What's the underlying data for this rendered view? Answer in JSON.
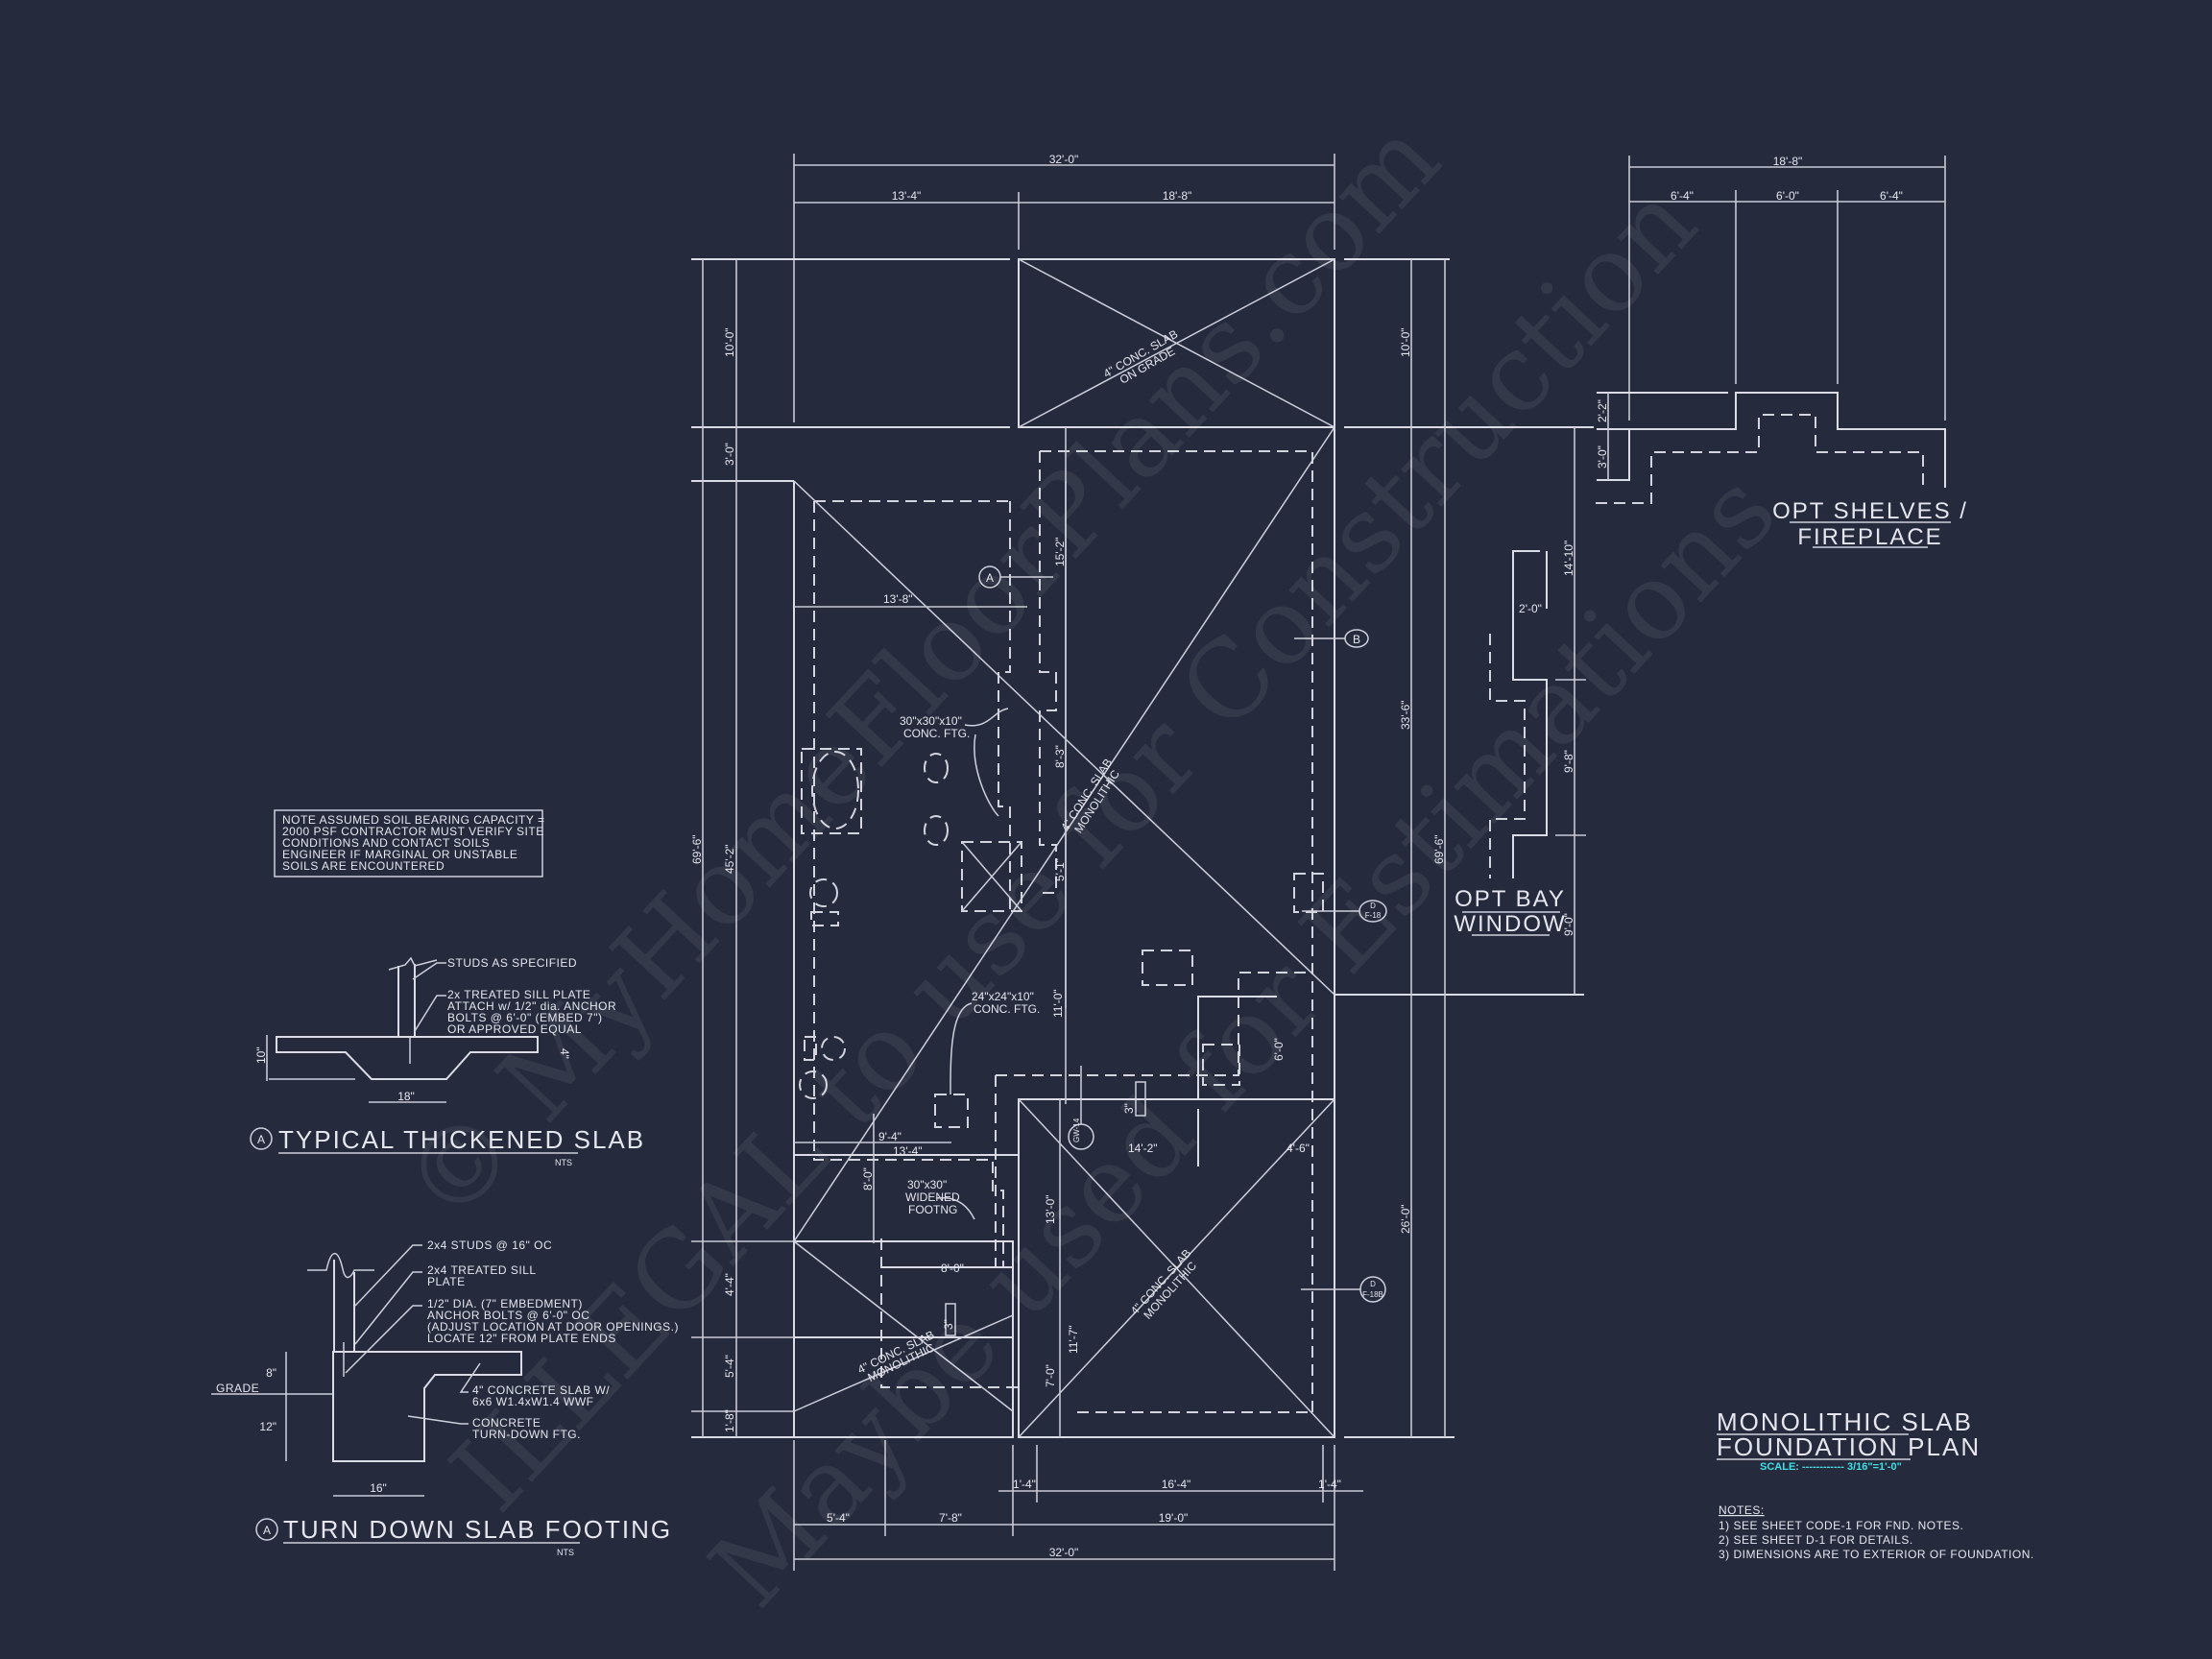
{
  "colors": {
    "background": "#252a3d",
    "lines": "#dcdce6",
    "scale_accent": "#3ee0e6"
  },
  "plan": {
    "title_line1": "MONOLITHIC SLAB",
    "title_line2": "FOUNDATION PLAN",
    "scale_label": "SCALE: ------------ 3/16\"=1'-0\"",
    "notes_heading": "NOTES:",
    "notes": [
      "1)  SEE SHEET CODE-1 FOR FND. NOTES.",
      "2)  SEE SHEET D-1 FOR DETAILS.",
      "3)  DIMENSIONS ARE TO EXTERIOR OF FOUNDATION."
    ],
    "top_dims": {
      "overall": "32'-0\"",
      "left": "13'-4\"",
      "right": "18'-8\""
    },
    "left_dims": {
      "overall": "69'-6\"",
      "d1": "10'-0\"",
      "d2": "3'-0\"",
      "d3": "45'-2\"",
      "d4": "4'-4\"",
      "d5": "5'-4\"",
      "d6": "1'-8\""
    },
    "right_dims": {
      "overall": "69'-6\"",
      "d1": "10'-0\"",
      "d2": "33'-6\"",
      "d3": "26'-0\""
    },
    "bottom_dims": {
      "r1a": "1'-4\"",
      "r1b": "16'-4\"",
      "r1c": "1'-4\"",
      "r2a": "5'-4\"",
      "r2b": "7'-8\"",
      "r2c": "19'-0\"",
      "overall": "32'-0\""
    },
    "interior_dims": [
      "13'-8\"",
      "15'-2\"",
      "8'-3\"",
      "5'-1\"",
      "11'-0\"",
      "6'-0\"",
      "9'-4\"",
      "13'-4\"",
      "14'-2\"",
      "4'-6\"",
      "8'-0\"",
      "8'-0\"",
      "13'-0\"",
      "11'-7\"",
      "7'-0\"",
      "3\"",
      "3\""
    ],
    "slab_labels": {
      "garage": "4\" CONC. SLAB",
      "garage2": "ON GRADE",
      "mono": "4\" CONC. SLAB",
      "mono2": "MONOLITHIC"
    },
    "callouts": {
      "ftg1a": "30\"x30\"x10\"",
      "ftg1b": "CONC. FTG.",
      "ftg2a": "24\"x24\"x10\"",
      "ftg2b": "CONC. FTG.",
      "ftg3a": "30\"x30\"",
      "ftg3b": "WIDENED",
      "ftg3c": "FOOTNG"
    },
    "section_marks": {
      "a": "A",
      "b": "B",
      "d": "D",
      "f18": "F-18",
      "gw14": "GW-14",
      "f18b": "F-18B"
    }
  },
  "bay_window": {
    "label1": "OPT BAY",
    "label2": "WINDOW",
    "width": "2'-0\"",
    "d1": "14'-10\"",
    "d2": "9'-8\"",
    "d3": "9'-0\""
  },
  "fireplace": {
    "label1": "OPT SHELVES /",
    "label2": "FIREPLACE",
    "overall": "18'-8\"",
    "a": "6'-4\"",
    "b": "6'-0\"",
    "c": "6'-4\"",
    "h1": "2'-2\"",
    "h2": "3'-0\""
  },
  "soil_note": [
    "NOTE ASSUMED SOIL BEARING CAPACITY =",
    "2000 PSF CONTRACTOR MUST VERIFY SITE",
    "CONDITIONS AND CONTACT SOILS",
    "ENGINEER IF MARGINAL OR UNSTABLE",
    "SOILS ARE ENCOUNTERED"
  ],
  "detail_thickened": {
    "mark": "A",
    "title": "TYPICAL THICKENED SLAB",
    "nts": "NTS",
    "studs": "STUDS AS SPECIFIED",
    "sill": [
      "2x  TREATED SILL PLATE",
      "ATTACH w/ 1/2\" dia. ANCHOR",
      "BOLTS @ 6'-0\" (EMBED 7\")",
      "OR APPROVED EQUAL"
    ],
    "width": "18\"",
    "depth": "10\"",
    "slab": "4\""
  },
  "detail_turndown": {
    "mark": "A",
    "title": "TURN DOWN SLAB FOOTING",
    "nts": "NTS",
    "studs": "2x4 STUDS @ 16\" OC",
    "sill": [
      "2x4 TREATED SILL",
      "PLATE"
    ],
    "bolts": [
      "1/2\" DIA. (7\" EMBEDMENT)",
      "ANCHOR BOLTS @ 6'-0\" OC",
      "(ADJUST LOCATION AT DOOR OPENINGS.)",
      "LOCATE 12\" FROM PLATE ENDS"
    ],
    "slab": [
      "4\" CONCRETE SLAB W/",
      "6x6 W1.4xW1.4 WWF"
    ],
    "ftg": [
      "CONCRETE",
      "TURN-DOWN FTG."
    ],
    "grade": "GRADE",
    "h1": "8\"",
    "h2": "12\"",
    "width": "16\""
  },
  "watermark": [
    "© MyHomeFloorPlans.com",
    "ILLEGAL to use for Construction",
    "Maybe used for Estimations"
  ]
}
